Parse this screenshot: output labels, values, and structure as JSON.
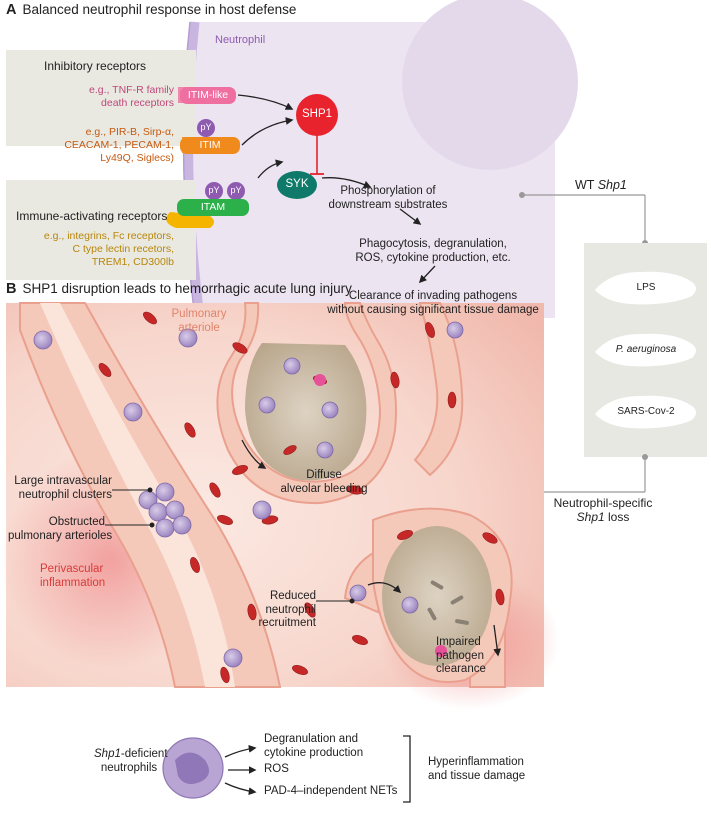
{
  "colors": {
    "itim_like": "#ef6fa0",
    "itim": "#f08a1c",
    "itam": "#2bb04a",
    "shp1": "#e8232d",
    "syk": "#0f7a6a",
    "py": "#8e5bb0",
    "membrane": "#c9b6e0",
    "cytoplasm": "#ece4f1",
    "receptor_panel": "#e9e9e2",
    "lung_bg": "#f7d9d0",
    "vessel": "#f5c9b9"
  },
  "panel_a": {
    "letter": "A",
    "title": "Balanced neutrophil response in host defense",
    "cell_label": "Neutrophil",
    "inhibitory_title": "Inhibitory receptors",
    "inhibitory_examples_1": [
      "e.g., TNF-R family",
      "death receptors"
    ],
    "inhibitory_examples_2": [
      "e.g., PIR-B, Sirp-α,",
      "CEACAM-1, PECAM-1,",
      "Ly49Q, Siglecs)"
    ],
    "activating_title": "Immune-activating receptors",
    "activating_examples": [
      "e.g., integrins, Fc receptors,",
      "C type lectin recetors,",
      "TREM1, CD300lb"
    ],
    "itim_like": "ITIM-like",
    "itim": "ITIM",
    "itam": "ITAM",
    "py": "pY",
    "shp1": "SHP1",
    "syk": "SYK",
    "step1": [
      "Phosphorylation of",
      "downstream substrates"
    ],
    "step2": [
      "Phagocytosis, degranulation,",
      "ROS, cytokine production, etc."
    ],
    "step3": [
      "Clearance of invading pathogens",
      "without causing significant tissue damage"
    ],
    "wt_prefix": "WT ",
    "wt_gene": "Shp1"
  },
  "mice": {
    "items": [
      {
        "label": "LPS",
        "italic": false
      },
      {
        "label": "P. aeruginosa",
        "italic": true
      },
      {
        "label": "SARS-Cov-2",
        "italic": false
      }
    ]
  },
  "panel_b": {
    "letter": "B",
    "title": "SHP1 disruption leads to hemorrhagic acute lung injury",
    "pulmonary_arteriole": [
      "Pulmonary",
      "arteriole"
    ],
    "large_clusters": [
      "Large intravascular",
      "neutrophil clusters"
    ],
    "obstructed": [
      "Obstructed",
      "pulmonary arterioles"
    ],
    "perivascular": [
      "Perivascular",
      "inflammation"
    ],
    "diffuse": [
      "Diffuse",
      "alveolar bleeding"
    ],
    "reduced": [
      "Reduced",
      "neutrophil",
      "recruitment"
    ],
    "impaired": [
      "Impaired",
      "pathogen",
      "clearance"
    ],
    "neutrophil_specific": "Neutrophil-specific",
    "shp1_loss_gene": "Shp1",
    "shp1_loss_suffix": " loss"
  },
  "bottom": {
    "deficient_gene": "Shp1",
    "deficient_suffix": "-deficient",
    "neutrophils": "neutrophils",
    "outcome1": [
      "Degranulation and",
      "cytokine production"
    ],
    "outcome2": "ROS",
    "outcome3": "PAD-4–independent NETs",
    "result": [
      "Hyperinflammation",
      "and tissue damage"
    ]
  }
}
